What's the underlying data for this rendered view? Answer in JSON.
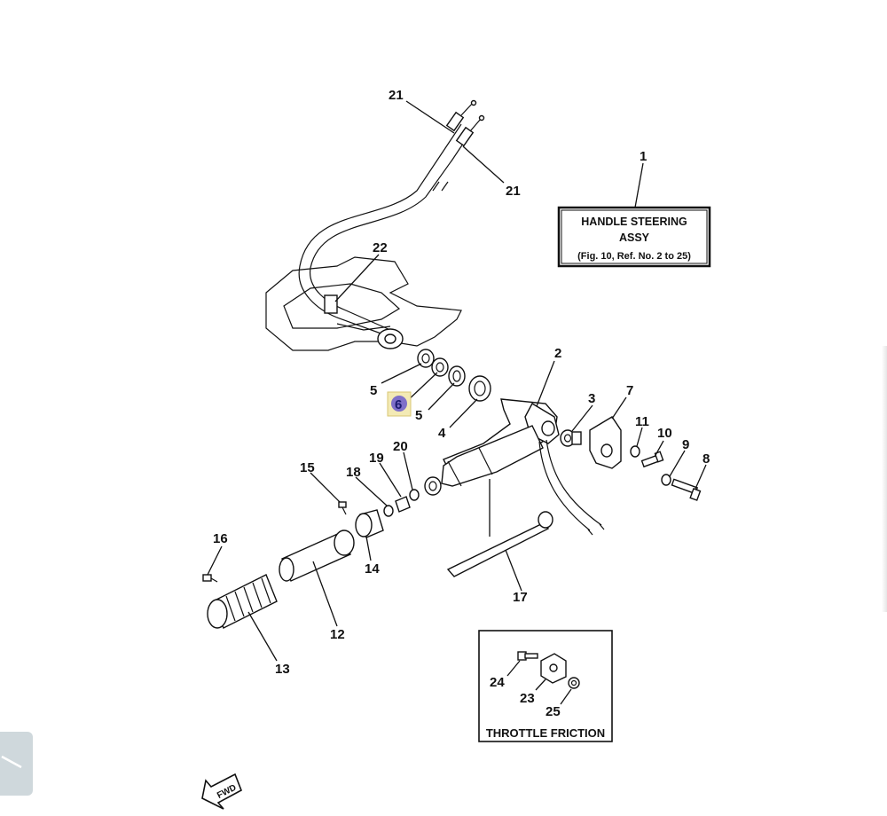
{
  "callouts": {
    "c1": "1",
    "c2": "2",
    "c3": "3",
    "c4": "4",
    "c5a": "5",
    "c5b": "5",
    "c6": "6",
    "c7": "7",
    "c8": "8",
    "c9": "9",
    "c10": "10",
    "c11": "11",
    "c12": "12",
    "c13": "13",
    "c14": "14",
    "c15": "15",
    "c16": "16",
    "c17": "17",
    "c18": "18",
    "c19": "19",
    "c20": "20",
    "c21a": "21",
    "c21b": "21",
    "c22": "22",
    "c23": "23",
    "c24": "24",
    "c25": "25"
  },
  "assembly_box": {
    "line1": "HANDLE STEERING",
    "line2": "ASSY",
    "line3": "(Fig. 10, Ref. No. 2 to 25)"
  },
  "throttle_box": {
    "title": "THROTTLE FRICTION"
  },
  "fwd_arrow": {
    "label": "FWD"
  },
  "colors": {
    "line": "#111111",
    "highlight": "#6a5acd",
    "highlight_frame": "#e8d98a",
    "side_tab": "#cfd8dc"
  }
}
